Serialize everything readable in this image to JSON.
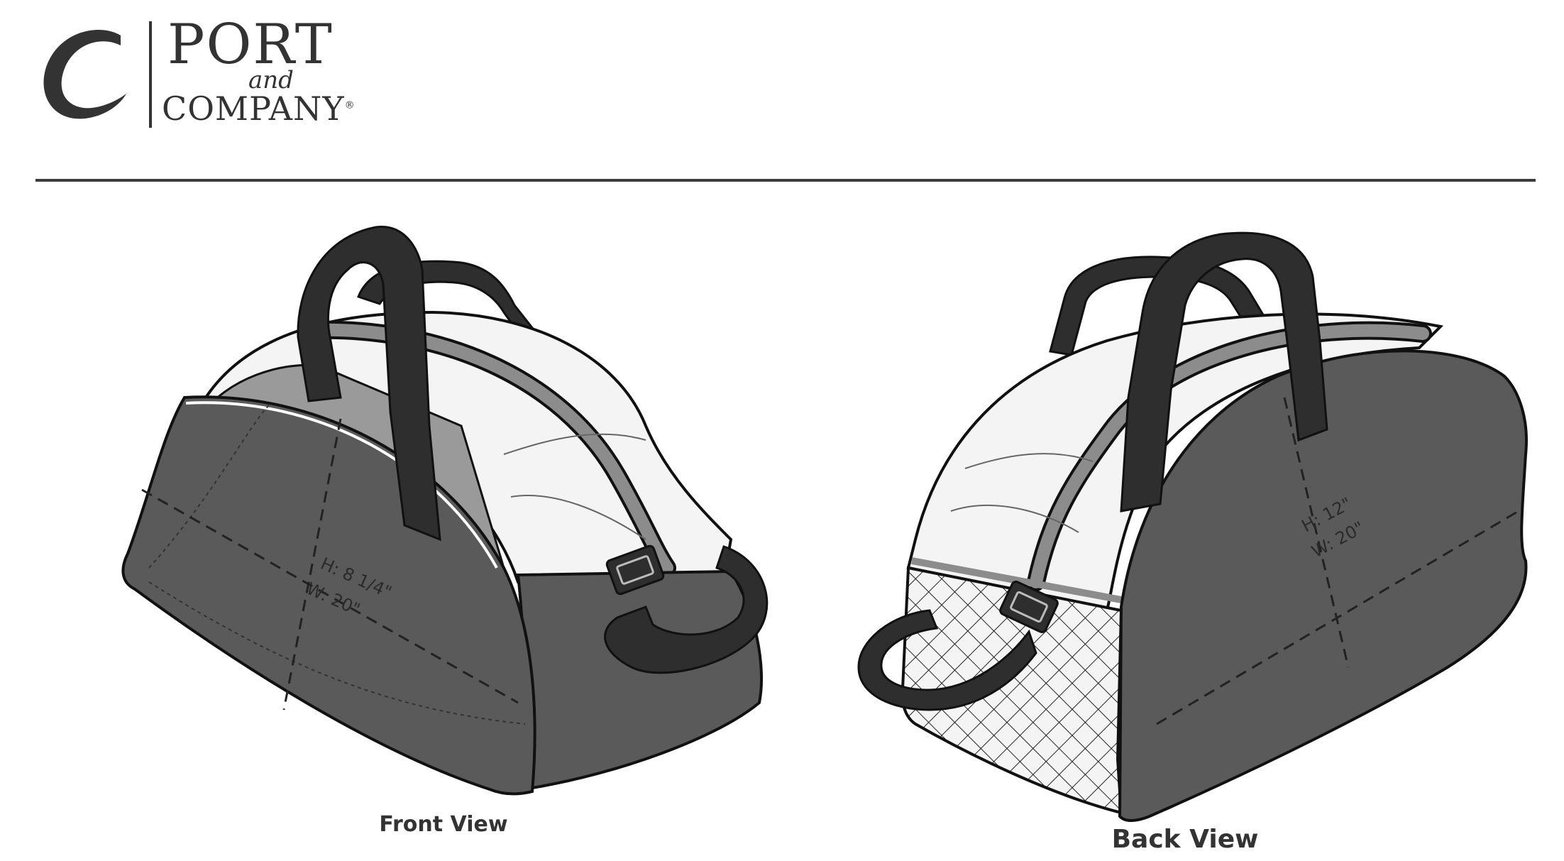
{
  "brand": {
    "name_line1": "PORT",
    "name_line2": "and",
    "name_line3": "COMPANY",
    "registered_mark": "®"
  },
  "colors": {
    "dark_panel": "#5a5a5a",
    "strap": "#2e2e2e",
    "light_panel": "#f4f4f4",
    "zipper": "#8c8c8c",
    "outline": "#111111",
    "rule": "#3c3c3c"
  },
  "views": {
    "front": {
      "label": "Front View",
      "height_dim": "H: 8 1/4\"",
      "width_dim": "W: 20\""
    },
    "back": {
      "label": "Back View",
      "height_dim": "H: 12\"",
      "width_dim": "W: 20\""
    }
  }
}
